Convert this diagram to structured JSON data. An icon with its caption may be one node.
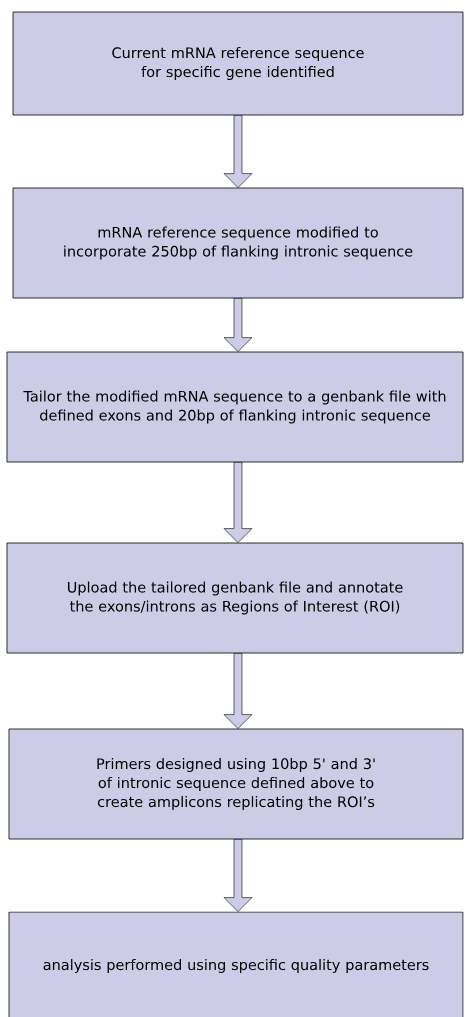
{
  "diagram": {
    "nodes": [
      {
        "text": [
          "Current mRNA reference sequence for specific gene identified"
        ]
      },
      {
        "text": [
          "mRNA reference sequence modified to incorporate 250bp of flanking intronic sequence"
        ]
      },
      {
        "text": [
          "Tailor the modified mRNA sequence to a genbank file with defined exons and 20bp of flanking intronic sequence"
        ]
      },
      {
        "text": [
          "Upload the tailored genbank file and annotate the exons/introns as Regions of Interest (ROI)"
        ]
      },
      {
        "text": [
          "Primers designed using 10bp 5' and 3' of intronic sequence defined above to create amplicons replicating the ROI’s"
        ]
      },
      {
        "text": [
          "analysis performed using specific quality parameters"
        ]
      }
    ],
    "edges": [
      {
        "from": 0,
        "to": 1,
        "arrow": "to"
      },
      {
        "from": 1,
        "to": 2,
        "arrow": "to"
      },
      {
        "from": 2,
        "to": 3,
        "arrow": "to"
      },
      {
        "from": 3,
        "to": 4,
        "arrow": "to"
      },
      {
        "from": 4,
        "to": 5,
        "arrow": "to"
      }
    ]
  }
}
